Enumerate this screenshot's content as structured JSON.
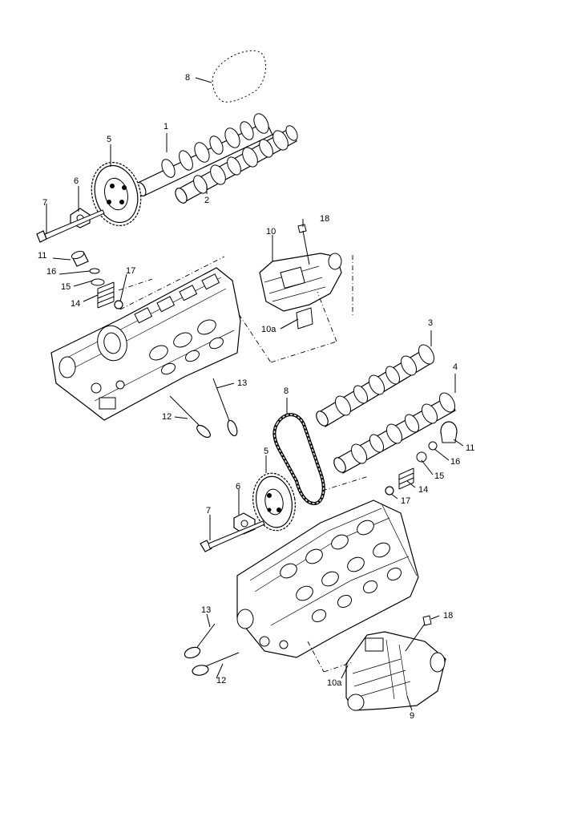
{
  "callouts": [
    {
      "id": "c8a",
      "text": "8"
    },
    {
      "id": "c1",
      "text": "1"
    },
    {
      "id": "c5a",
      "text": "5"
    },
    {
      "id": "c6a",
      "text": "6"
    },
    {
      "id": "c7a",
      "text": "7"
    },
    {
      "id": "c2",
      "text": "2"
    },
    {
      "id": "c18a",
      "text": "18"
    },
    {
      "id": "c10",
      "text": "10"
    },
    {
      "id": "c11a",
      "text": "11"
    },
    {
      "id": "c16a",
      "text": "16"
    },
    {
      "id": "c17a",
      "text": "17"
    },
    {
      "id": "c15a",
      "text": "15"
    },
    {
      "id": "c14a",
      "text": "14"
    },
    {
      "id": "c10aa",
      "text": "10a"
    },
    {
      "id": "c3",
      "text": "3"
    },
    {
      "id": "c4",
      "text": "4"
    },
    {
      "id": "c13a",
      "text": "13"
    },
    {
      "id": "c8b",
      "text": "8"
    },
    {
      "id": "c12a",
      "text": "12"
    },
    {
      "id": "c11b",
      "text": "11"
    },
    {
      "id": "c5b",
      "text": "5"
    },
    {
      "id": "c16b",
      "text": "16"
    },
    {
      "id": "c15b",
      "text": "15"
    },
    {
      "id": "c6b",
      "text": "6"
    },
    {
      "id": "c14b",
      "text": "14"
    },
    {
      "id": "c17b",
      "text": "17"
    },
    {
      "id": "c7b",
      "text": "7"
    },
    {
      "id": "c18b",
      "text": "18"
    },
    {
      "id": "c13b",
      "text": "13"
    },
    {
      "id": "c10ab",
      "text": "10a"
    },
    {
      "id": "c12b",
      "text": "12"
    },
    {
      "id": "c9",
      "text": "9"
    }
  ]
}
